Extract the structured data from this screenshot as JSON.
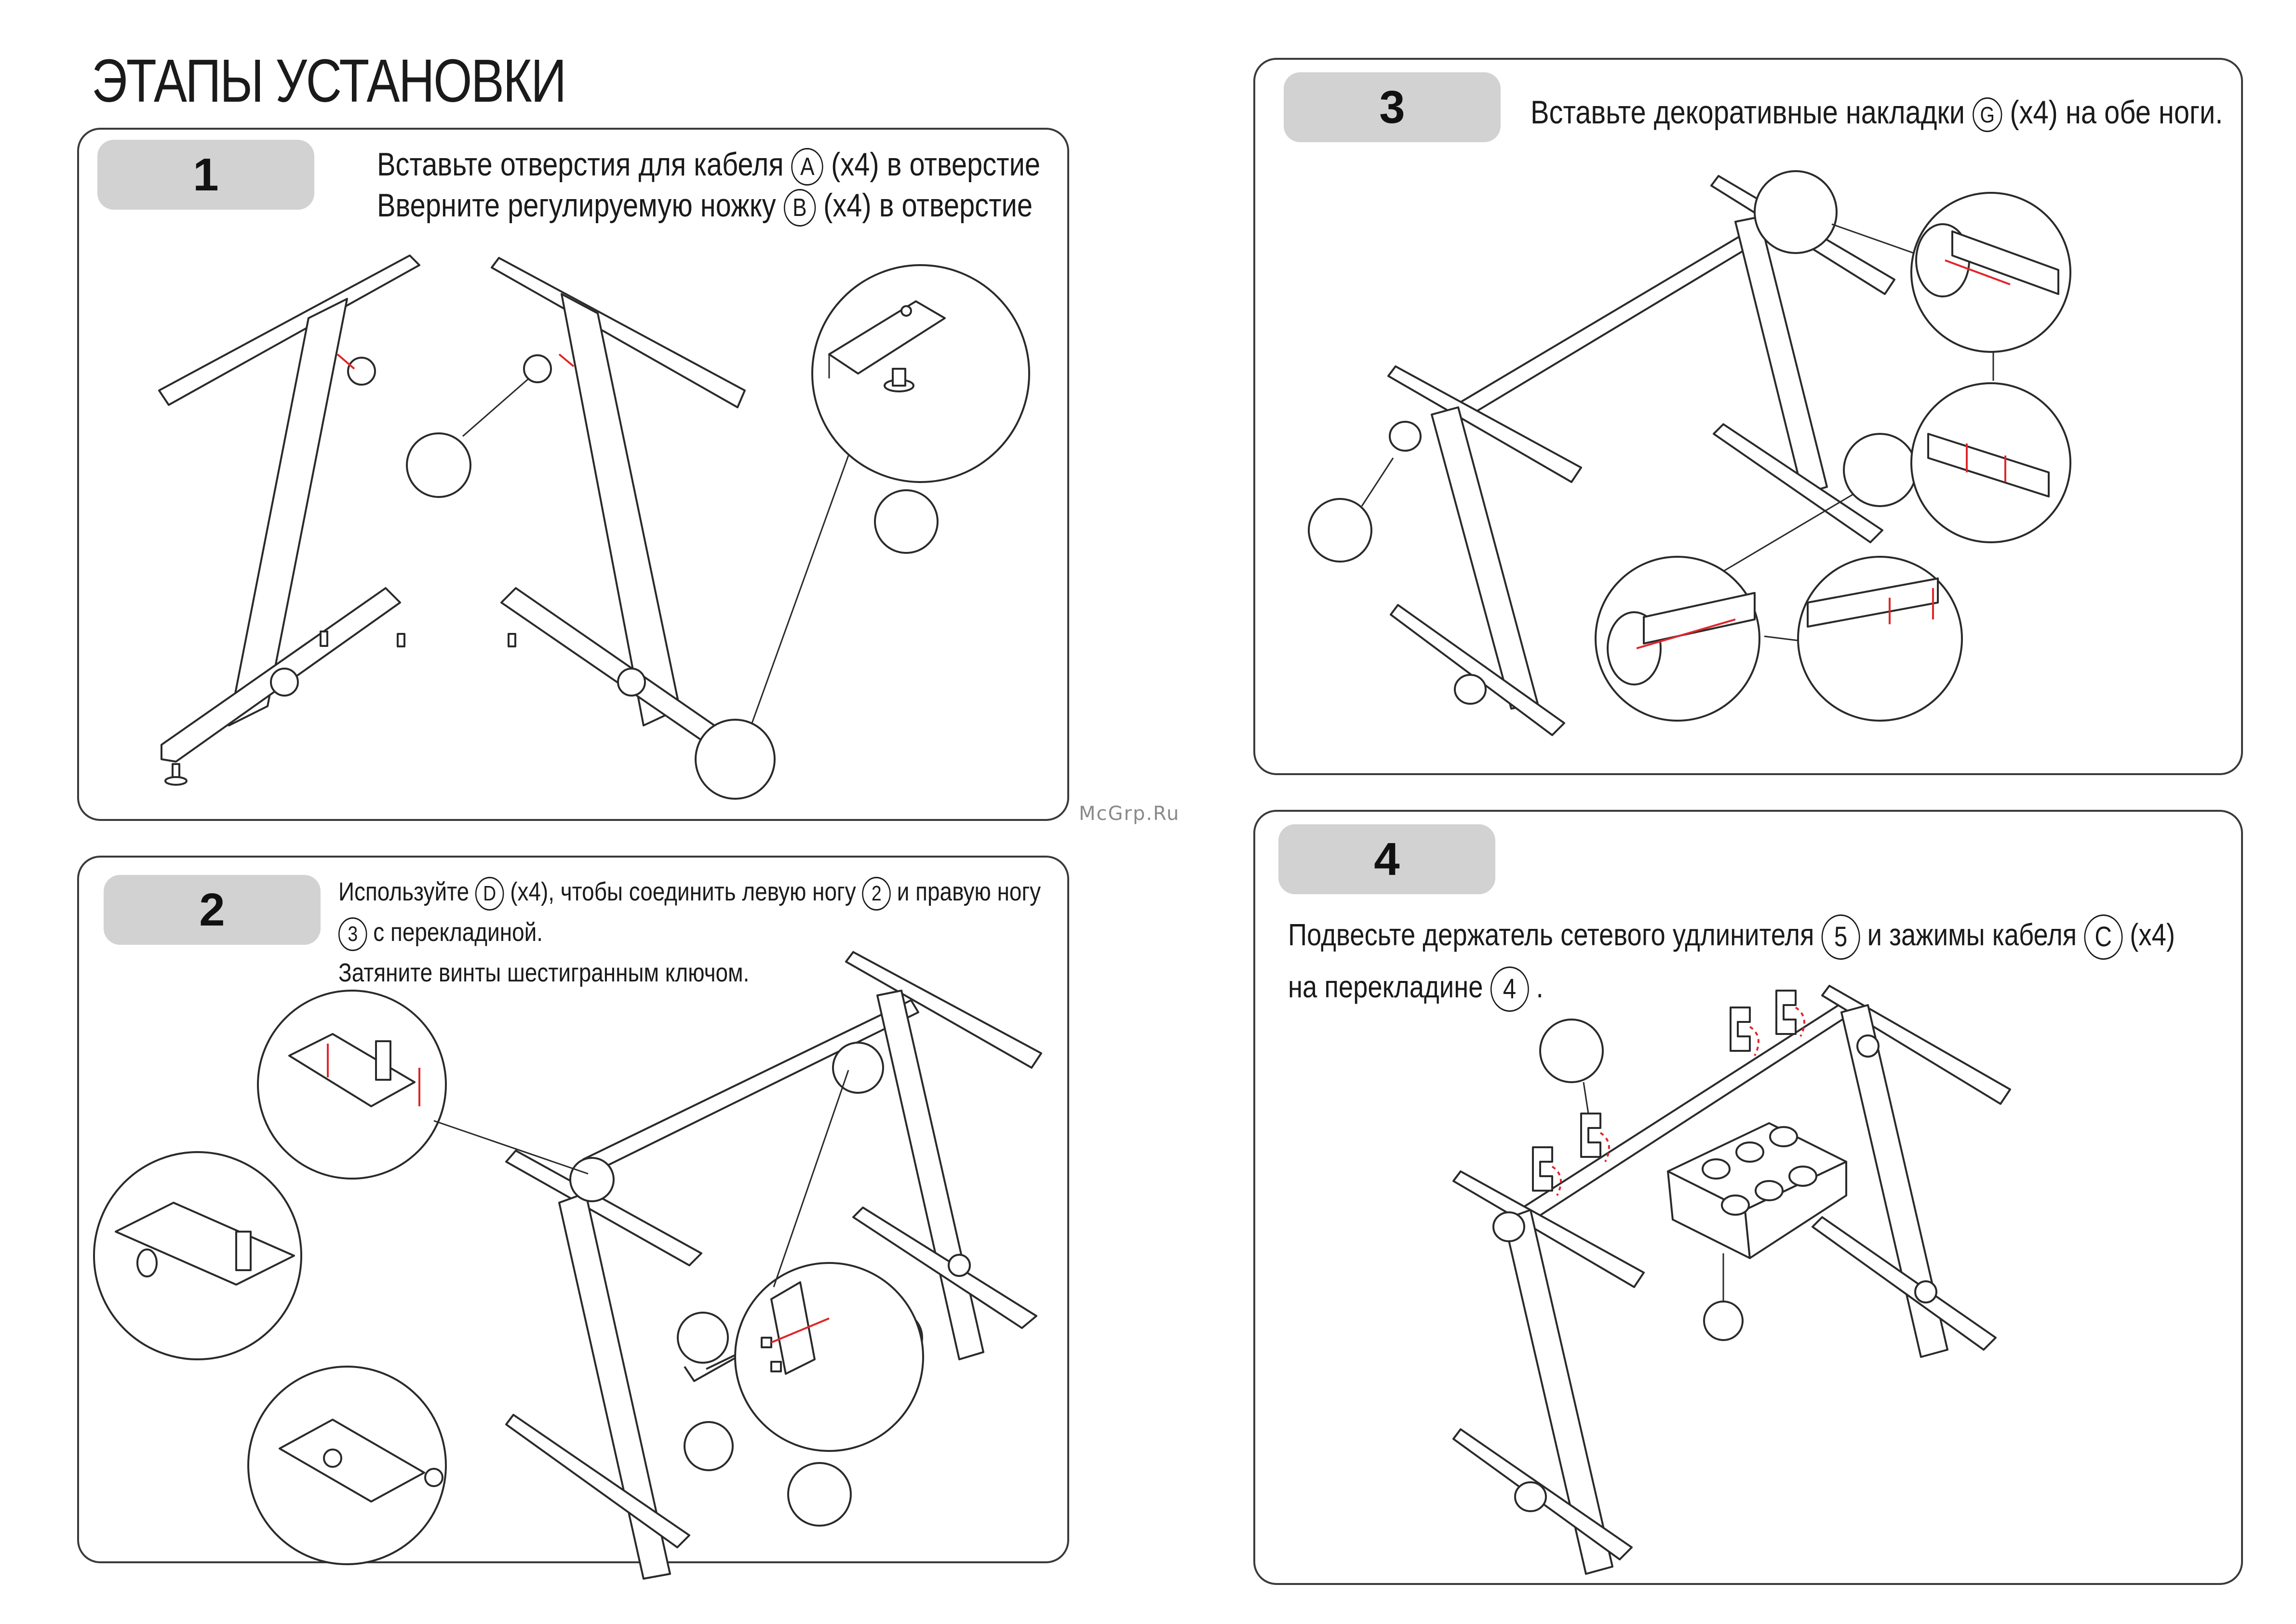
{
  "title": "ЭТАПЫ УСТАНОВКИ",
  "watermark": "McGrp.Ru",
  "steps": [
    {
      "number": "1",
      "lines": [
        {
          "before": "Вставьте отверстия для кабеля",
          "marker": "A",
          "after": "(x4) в отверстие"
        },
        {
          "before": "Вверните регулируемую ножку",
          "marker": "B",
          "after": "(x4) в отверстие"
        }
      ]
    },
    {
      "number": "2",
      "line1_a": "Используйте",
      "line1_m1": "D",
      "line1_b": "(x4), чтобы соединить левую ногу",
      "line1_m2": "2",
      "line1_c": "и правую ногу",
      "line2_m": "3",
      "line2_text": "с перекладиной.",
      "line3": "Затяните винты шестигранным ключом."
    },
    {
      "number": "3",
      "before": "Вставьте декоративные накладки",
      "marker": "G",
      "after": "(x4) на обе ноги."
    },
    {
      "number": "4",
      "line1_a": "Подвесьте держатель сетевого удлинителя",
      "line1_m1": "5",
      "line1_b": "и зажимы кабеля",
      "line1_m2": "C",
      "line1_c": "(x4)",
      "line2_a": "на перекладине",
      "line2_m": "4",
      "line2_b": "."
    }
  ],
  "colors": {
    "panel_border": "#3a3a3a",
    "badge": "#d2d2d2",
    "accent_arrow": "#e0262a"
  }
}
